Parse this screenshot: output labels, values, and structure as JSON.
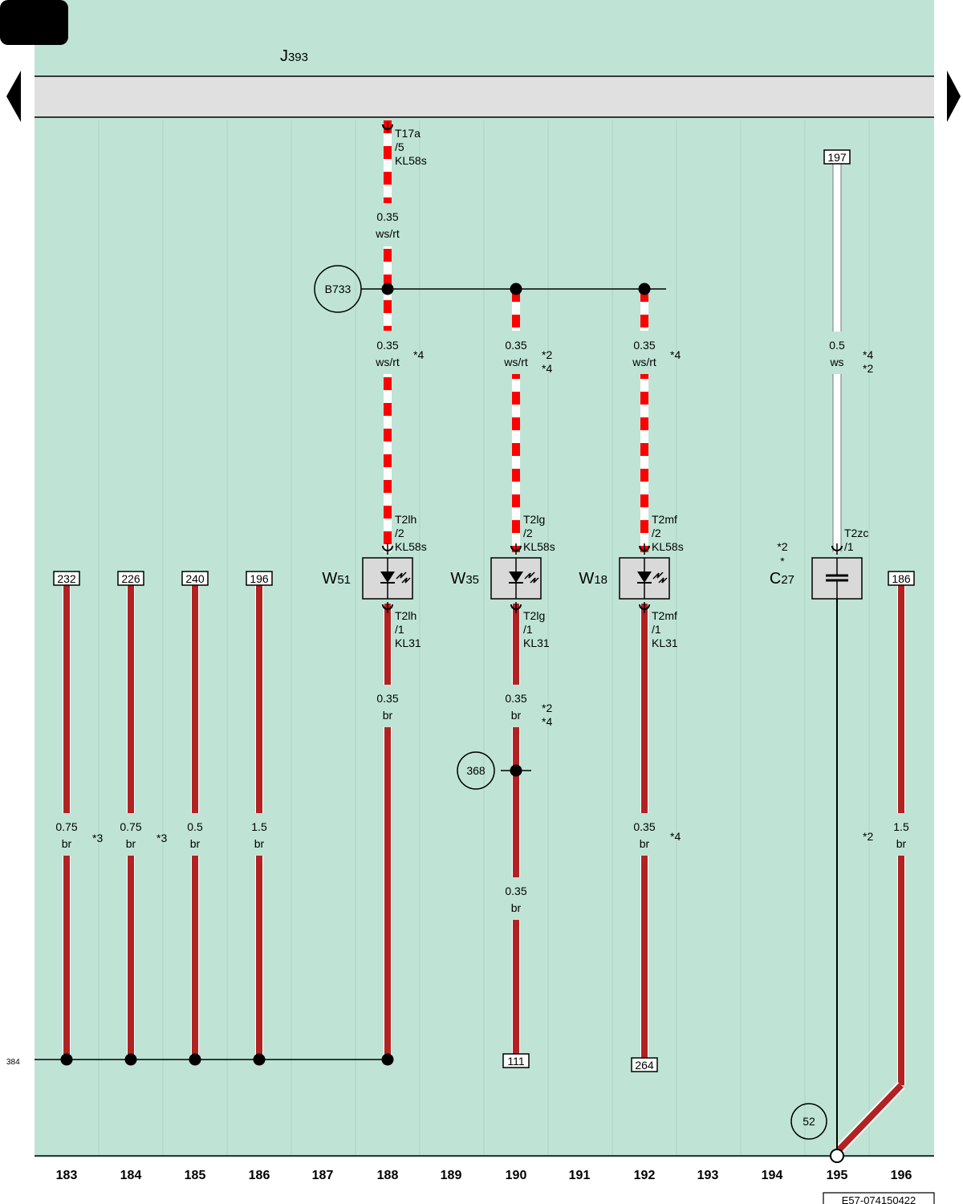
{
  "colors": {
    "background": "#bfe4d6",
    "bus": "#e0e0e0",
    "wire_red": "#ff0000",
    "wire_brown": "#b22222",
    "component_fill": "#d9d9d9"
  },
  "navigation": {
    "prev_icon": "triangle-left-icon",
    "next_icon": "triangle-right-icon"
  },
  "control_unit": {
    "letter": "J",
    "number": "393"
  },
  "columns": [
    "183",
    "184",
    "185",
    "186",
    "187",
    "188",
    "189",
    "190",
    "191",
    "192",
    "193",
    "194",
    "195",
    "196"
  ],
  "figure_code": "E57-074150422",
  "ground_ref": "384",
  "connectors": {
    "t17a": [
      "T17a",
      "/5",
      "KL58s"
    ],
    "w51_top": [
      "T2lh",
      "/2",
      "KL58s"
    ],
    "w51_bottom": [
      "T2lh",
      "/1",
      "KL31"
    ],
    "w35_top": [
      "T2lg",
      "/2",
      "KL58s"
    ],
    "w35_bottom": [
      "T2lg",
      "/1",
      "KL31"
    ],
    "w18_top": [
      "T2mf",
      "/2",
      "KL58s"
    ],
    "w18_bottom": [
      "T2mf",
      "/1",
      "KL31"
    ],
    "c27_top": [
      "T2zc",
      "/1"
    ]
  },
  "components": {
    "w51": {
      "letter": "W",
      "number": "51"
    },
    "w35": {
      "letter": "W",
      "number": "35"
    },
    "w18": {
      "letter": "W",
      "number": "18"
    },
    "c27": {
      "letter": "C",
      "number": "27",
      "note1": "*2",
      "note2": "*"
    }
  },
  "junctions": {
    "b733": "B733",
    "n368": "368",
    "n52": "52"
  },
  "refs": {
    "r197": "197",
    "r232": "232",
    "r226": "226",
    "r240": "240",
    "r196": "196",
    "r186": "186",
    "r111": "111",
    "r264": "264"
  },
  "wires": {
    "w188_top": {
      "size": "0.35",
      "color": "ws/rt"
    },
    "w188_mid": {
      "size": "0.35",
      "color": "ws/rt"
    },
    "w190_mid": {
      "size": "0.35",
      "color": "ws/rt"
    },
    "w192_mid": {
      "size": "0.35",
      "color": "ws/rt"
    },
    "w195_top": {
      "size": "0.5",
      "color": "ws"
    },
    "w188_low": {
      "size": "0.35",
      "color": "br"
    },
    "w190_low1": {
      "size": "0.35",
      "color": "br"
    },
    "w190_low2": {
      "size": "0.35",
      "color": "br"
    },
    "w192_low": {
      "size": "0.35",
      "color": "br"
    },
    "w183": {
      "size": "0.75",
      "color": "br"
    },
    "w184": {
      "size": "0.75",
      "color": "br"
    },
    "w185": {
      "size": "0.5",
      "color": "br"
    },
    "w186": {
      "size": "1.5",
      "color": "br"
    },
    "w196": {
      "size": "1.5",
      "color": "br"
    }
  },
  "footnotes": {
    "w188_mid": [
      "*4"
    ],
    "w190_mid": [
      "*2",
      "*4"
    ],
    "w192_mid": [
      "*4"
    ],
    "w195_top": [
      "*4",
      "*2"
    ],
    "w190_low": [
      "*2",
      "*4"
    ],
    "w183": [
      "*3"
    ],
    "w184": [
      "*3"
    ],
    "w192_low": [
      "*4"
    ],
    "w195_low": [
      "*2"
    ]
  }
}
